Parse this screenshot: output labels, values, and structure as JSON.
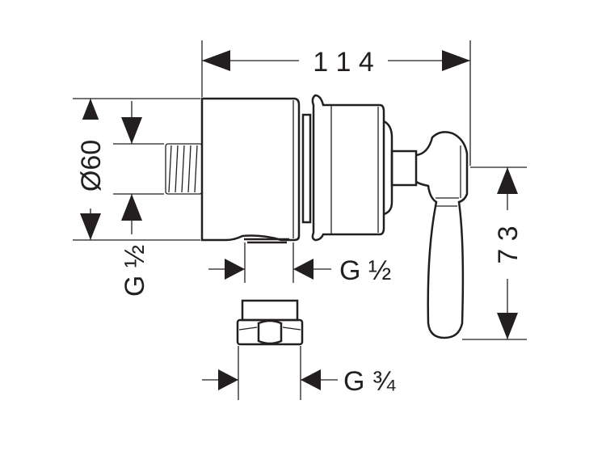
{
  "title": "Technical dimension drawing of a wall outlet valve",
  "dimensions": {
    "overall_length": "1 1 4",
    "diameter": "Ø60",
    "inlet_thread": "G ½",
    "outlet_thread": "G ½",
    "handle_height": "7 3",
    "adapter_thread": "G ¾"
  },
  "colors": {
    "line": "#231f20",
    "background": "#ffffff"
  }
}
